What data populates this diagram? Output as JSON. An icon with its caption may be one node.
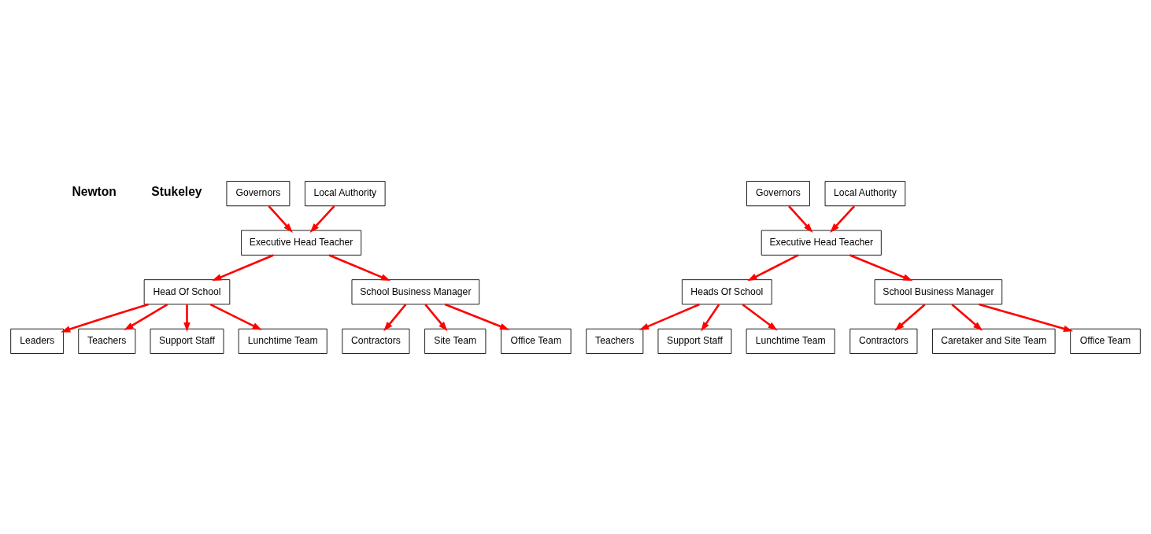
{
  "diagram": {
    "nodes": [
      {
        "text": [
          "Governors"
        ]
      },
      {
        "text": [
          "Local Authority"
        ]
      },
      {
        "text": [
          "Executive Head Teacher"
        ]
      },
      {
        "text": [
          "Head Of School"
        ]
      },
      {
        "text": [
          "School Business Manager"
        ]
      },
      {
        "text": [
          "Leaders"
        ]
      },
      {
        "text": [
          "Teachers"
        ]
      },
      {
        "text": [
          "Support Staff"
        ]
      },
      {
        "text": [
          "Lunchtime Team"
        ]
      },
      {
        "text": [
          "Contractors"
        ]
      },
      {
        "text": [
          "Site Team"
        ]
      },
      {
        "text": [
          "Office Team"
        ]
      },
      {
        "text": [
          "Governors"
        ]
      },
      {
        "text": [
          "Local Authority"
        ]
      },
      {
        "text": [
          "Executive Head Teacher"
        ]
      },
      {
        "text": [
          "Heads Of School"
        ]
      },
      {
        "text": [
          "School Business Manager"
        ]
      },
      {
        "text": [
          "Teachers"
        ]
      },
      {
        "text": [
          "Support Staff"
        ]
      },
      {
        "text": [
          "Lunchtime Team"
        ]
      },
      {
        "text": [
          "Contractors"
        ]
      },
      {
        "text": [
          "Caretaker and Site Team"
        ]
      },
      {
        "text": [
          "Office Team"
        ]
      }
    ],
    "edges": [
      {
        "from": 0,
        "to": 2,
        "arrow": "to"
      },
      {
        "from": 1,
        "to": 2,
        "arrow": "to"
      },
      {
        "from": 2,
        "to": 3,
        "arrow": "to"
      },
      {
        "from": 2,
        "to": 4,
        "arrow": "to"
      },
      {
        "from": 3,
        "to": 5,
        "arrow": "to"
      },
      {
        "from": 3,
        "to": 6,
        "arrow": "to"
      },
      {
        "from": 3,
        "to": 7,
        "arrow": "to"
      },
      {
        "from": 3,
        "to": 8,
        "arrow": "to"
      },
      {
        "from": 4,
        "to": 9,
        "arrow": "to"
      },
      {
        "from": 4,
        "to": 10,
        "arrow": "to"
      },
      {
        "from": 4,
        "to": 11,
        "arrow": "to"
      },
      {
        "from": 12,
        "to": 14,
        "arrow": "to"
      },
      {
        "from": 13,
        "to": 14,
        "arrow": "to"
      },
      {
        "from": 14,
        "to": 15,
        "arrow": "to"
      },
      {
        "from": 14,
        "to": 16,
        "arrow": "to"
      },
      {
        "from": 15,
        "to": 17,
        "arrow": "to"
      },
      {
        "from": 15,
        "to": 18,
        "arrow": "to"
      },
      {
        "from": 15,
        "to": 19,
        "arrow": "to"
      },
      {
        "from": 16,
        "to": 20,
        "arrow": "to"
      },
      {
        "from": 16,
        "to": 21,
        "arrow": "to"
      },
      {
        "from": 16,
        "to": 22,
        "arrow": "to"
      }
    ],
    "labels": [
      "Newton",
      "Stukeley"
    ]
  }
}
